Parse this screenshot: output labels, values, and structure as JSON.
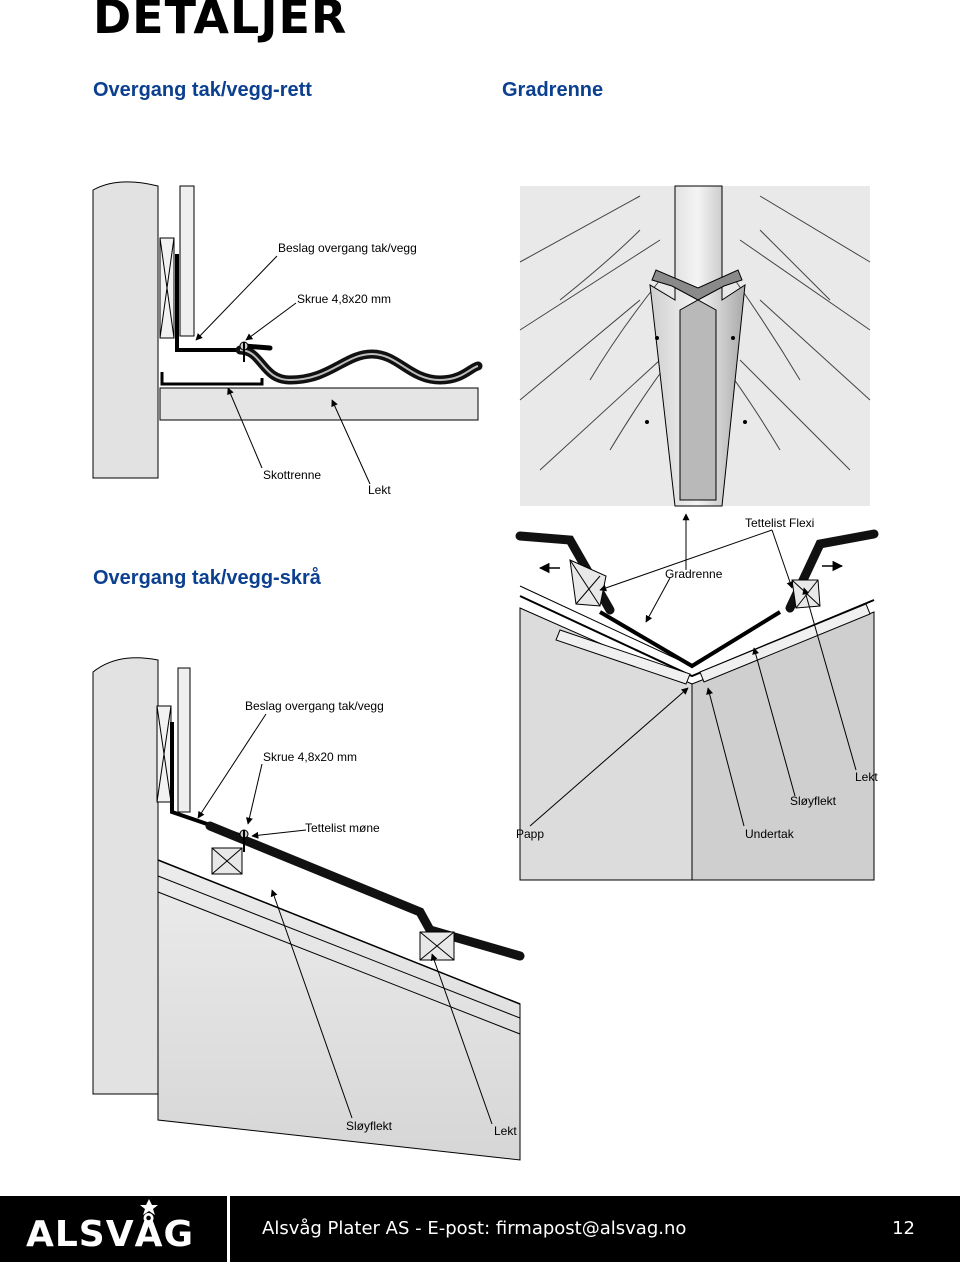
{
  "page": {
    "title": "DETALJER"
  },
  "sections": {
    "rett": {
      "heading": "Overgang tak/vegg-rett",
      "labels": {
        "beslag": "Beslag overgang tak/vegg",
        "skrue": "Skrue 4,8x20 mm",
        "skottrenne": "Skottrenne",
        "lekt": "Lekt"
      }
    },
    "gradrenne": {
      "heading": "Gradrenne"
    },
    "skra": {
      "heading": "Overgang tak/vegg-skrå",
      "labels": {
        "beslag": "Beslag overgang tak/vegg",
        "skrue": "Skrue 4,8x20 mm",
        "tettelist_mone": "Tettelist møne",
        "sloyflekt": "Sløyflekt",
        "lekt": "Lekt"
      }
    },
    "section_detail": {
      "labels": {
        "tettelist_flexi": "Tettelist Flexi",
        "gradrenne": "Gradrenne",
        "lekt": "Lekt",
        "sloyflekt": "Sløyflekt",
        "papp": "Papp",
        "undertak": "Undertak"
      }
    }
  },
  "footer": {
    "logo_text": "ALSVÅG",
    "contact": "Alsvåg Plater AS - E-post: firmapost@alsvag.no",
    "page_number": "12"
  }
}
